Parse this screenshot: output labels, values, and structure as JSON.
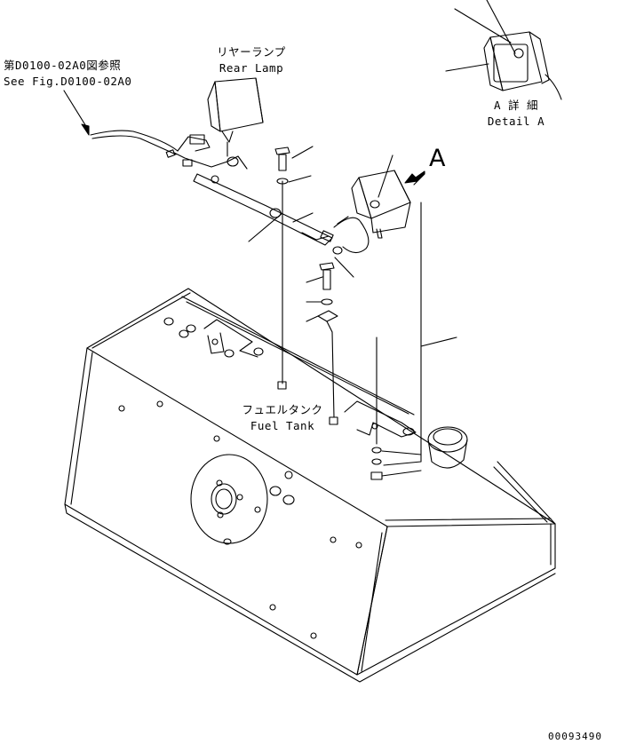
{
  "labels": {
    "ref_jp": "第D0100-02A0図参照",
    "ref_en": "See Fig.D0100-02A0",
    "rear_lamp_jp": "リヤーランプ",
    "rear_lamp_en": "Rear Lamp",
    "detail_a_jp": "A 詳 細",
    "detail_a_en": "Detail A",
    "view_a": "A",
    "fuel_tank_jp": "フュエルタンク",
    "fuel_tank_en": "Fuel Tank",
    "drawing_number": "00093490"
  }
}
